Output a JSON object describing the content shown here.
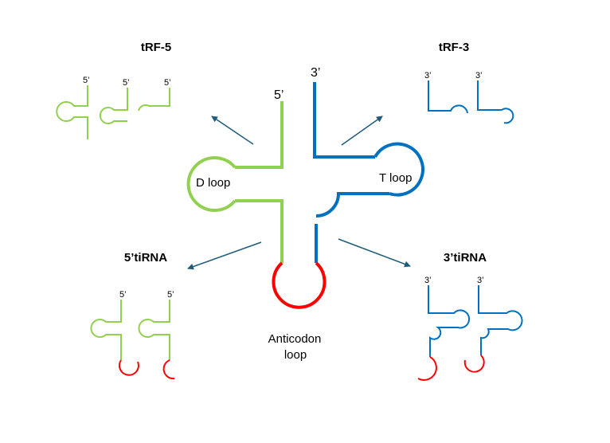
{
  "colors": {
    "five_prime": "#92D050",
    "three_prime": "#0070C0",
    "anticodon": "#FF0000",
    "arrow": "#1F5C7A",
    "text": "#000000"
  },
  "main": {
    "five_prime_end": "5’",
    "three_prime_end": "3’",
    "d_loop": "D loop",
    "t_loop": "T loop",
    "anticodon_line1": "Anticodon",
    "anticodon_line2": "loop"
  },
  "fragments": {
    "trf5": {
      "title": "tRF-5",
      "end": "5’"
    },
    "trf3": {
      "title": "tRF-3",
      "end": "3’"
    },
    "tirna5": {
      "title": "5’tiRNA",
      "end": "5’"
    },
    "tirna3": {
      "title": "3’tiRNA",
      "end": "3’"
    }
  }
}
